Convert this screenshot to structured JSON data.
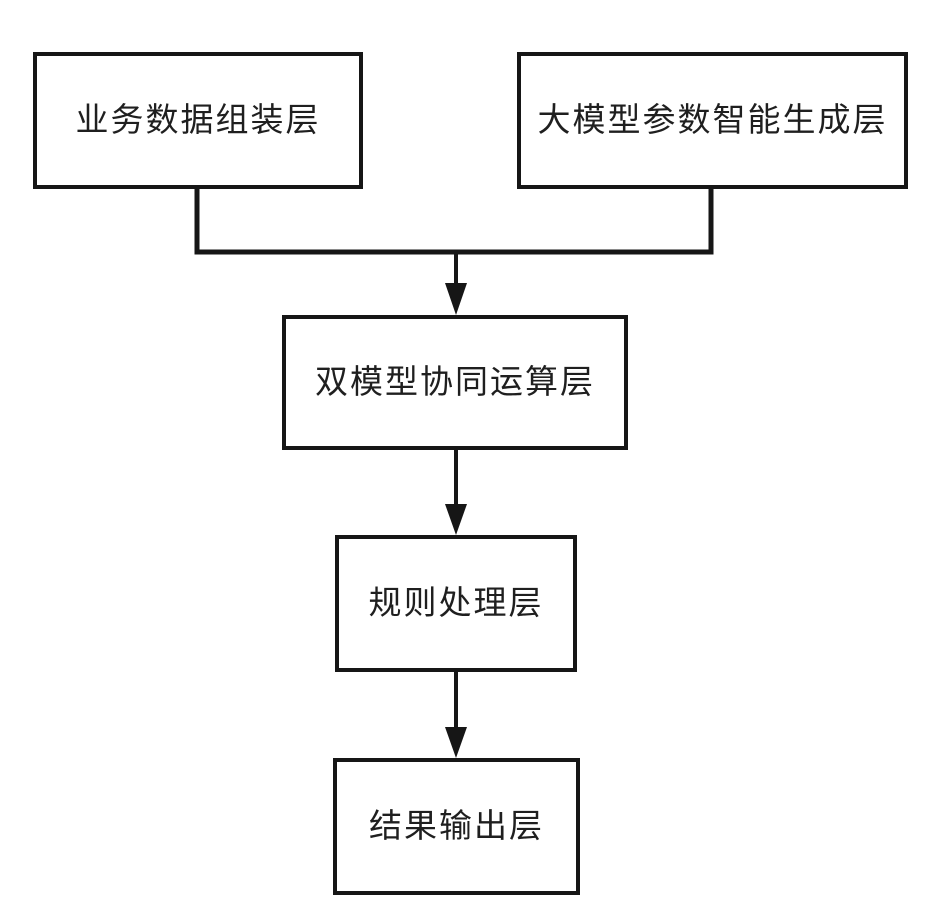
{
  "figure": {
    "title": "layered-architecture-flowchart",
    "colors": {
      "background": "#ffffff",
      "line": "#161616",
      "text": "#1f1f1f"
    },
    "diagram": {
      "type": "flowchart",
      "direction": "top-down",
      "nodes": [
        {
          "id": "business-data-assembly-layer",
          "label": "业务数据组装层"
        },
        {
          "id": "llm-parameter-generation-layer",
          "label": "大模型参数智能生成层"
        },
        {
          "id": "dual-model-computation-layer",
          "label": "双模型协同运算层"
        },
        {
          "id": "rule-processing-layer",
          "label": "规则处理层"
        },
        {
          "id": "result-output-layer",
          "label": "结果输出层"
        }
      ],
      "edges": [
        {
          "from": "business-data-assembly-layer",
          "to": "dual-model-computation-layer",
          "style": "merge-arrow"
        },
        {
          "from": "llm-parameter-generation-layer",
          "to": "dual-model-computation-layer",
          "style": "merge-arrow"
        },
        {
          "from": "dual-model-computation-layer",
          "to": "rule-processing-layer",
          "style": "arrow"
        },
        {
          "from": "rule-processing-layer",
          "to": "result-output-layer",
          "style": "arrow"
        }
      ]
    }
  }
}
